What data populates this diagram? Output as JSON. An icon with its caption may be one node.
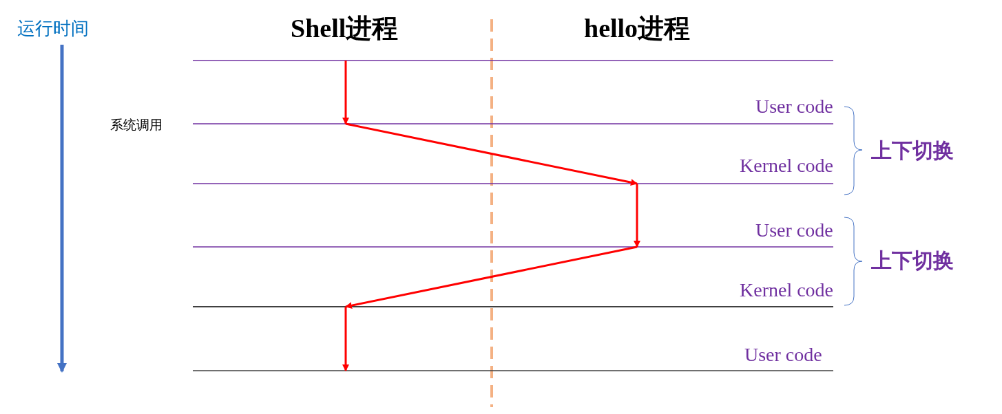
{
  "diagram": {
    "labels": [
      "运行时间",
      "Shell进程",
      "hello进程",
      "User code",
      "系统调用",
      "上下切换",
      "Kernel code",
      "User code",
      "上下切换",
      "Kernel code",
      "User code"
    ]
  }
}
